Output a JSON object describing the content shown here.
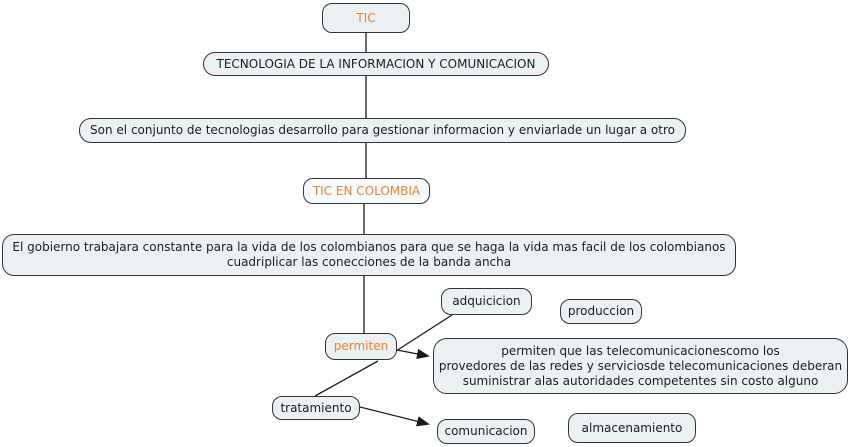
{
  "palette": {
    "background": "#ffffff",
    "node_fill": "#ebf1f3",
    "node_border": "#343434",
    "text_dark": "#1d1d1d",
    "text_accent_orange": "#ee8135",
    "edge_line": "#1b1b1b"
  },
  "nodes": {
    "tic": {
      "label": "TIC"
    },
    "tecnologia": {
      "label": "TECNOLOGIA DE LA INFORMACION Y COMUNICACION"
    },
    "definicion": {
      "label": "Son el conjunto de tecnologias desarrollo para gestionar informacion y enviarlade un lugar a otro"
    },
    "tic_colombia": {
      "label": "TIC EN COLOMBIA"
    },
    "gobierno": {
      "line1": "El gobierno trabajara constante para la vida de los colombianos para que se haga la vida  mas facil de los colombianos",
      "line2": "cuadriplicar las conecciones de la banda ancha"
    },
    "adquicicion": {
      "label": "adquicicion"
    },
    "produccion": {
      "label": "produccion"
    },
    "permiten": {
      "label": "permiten"
    },
    "telecom": {
      "line1": "permiten que las telecomunicacionescomo los",
      "line2": "provedores de las redes y serviciosde telecomunicaciones deberan",
      "line3": "suministrar alas autoridades competentes sin costo alguno"
    },
    "tratamiento": {
      "label": "tratamiento"
    },
    "comunicacion": {
      "label": "comunicacion"
    },
    "almacenamiento": {
      "label": "almacenamiento"
    }
  },
  "edges": [
    {
      "from": "tic",
      "to": "tecnologia",
      "arrow": false
    },
    {
      "from": "tecnologia",
      "to": "definicion",
      "arrow": false
    },
    {
      "from": "definicion",
      "to": "tic_colombia",
      "arrow": false
    },
    {
      "from": "tic_colombia",
      "to": "gobierno",
      "arrow": false
    },
    {
      "from": "gobierno",
      "to": "permiten",
      "arrow": false
    },
    {
      "from": "permiten",
      "to": "adquicicion",
      "arrow": false
    },
    {
      "from": "permiten",
      "to": "telecom",
      "arrow": true
    },
    {
      "from": "permiten",
      "to": "tratamiento",
      "arrow": false
    },
    {
      "from": "tratamiento",
      "to": "comunicacion",
      "arrow": true
    }
  ]
}
